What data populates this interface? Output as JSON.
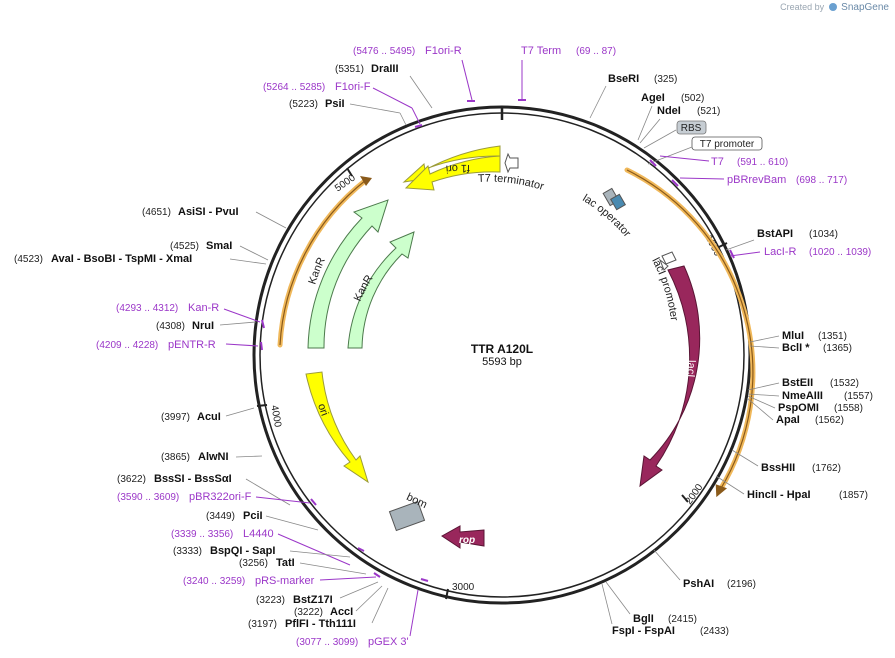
{
  "brand": {
    "created_by": "Created by",
    "app": "SnapGene"
  },
  "plasmid": {
    "name": "TTR A120L",
    "length": "5593 bp"
  },
  "ticks": [
    "1000",
    "2000",
    "3000",
    "4000",
    "5000"
  ],
  "features": {
    "f1ori": "f1 ori",
    "kanr_outer": "KanR",
    "kanr_inner": "KanR",
    "ori": "ori",
    "laci": "lacI",
    "rop": "rop",
    "bom": "bom",
    "t7_terminator": "T7 terminator",
    "lac_operator": "lac operator",
    "laci_promoter": "lacI promoter",
    "rbs": "RBS",
    "t7_promoter": "T7 promoter"
  },
  "left_labels": [
    {
      "name": "F1ori-R",
      "coord": "(5476 .. 5495)",
      "color": "purple"
    },
    {
      "name": "DraIII",
      "coord": "(5351)",
      "color": "black"
    },
    {
      "name": "F1ori-F",
      "coord": "(5264 .. 5285)",
      "color": "purple"
    },
    {
      "name": "PsiI",
      "coord": "(5223)",
      "color": "black"
    },
    {
      "name": "AsiSI - PvuI",
      "coord": "(4651)",
      "color": "black"
    },
    {
      "name": "SmaI",
      "coord": "(4525)",
      "color": "black"
    },
    {
      "name": "AvaI - BsoBI - TspMI - XmaI",
      "coord": "(4523)",
      "color": "black"
    },
    {
      "name": "Kan-R",
      "coord": "(4293 .. 4312)",
      "color": "purple"
    },
    {
      "name": "NruI",
      "coord": "(4308)",
      "color": "black"
    },
    {
      "name": "pENTR-R",
      "coord": "(4209 .. 4228)",
      "color": "purple"
    },
    {
      "name": "AcuI",
      "coord": "(3997)",
      "color": "black"
    },
    {
      "name": "AlwNI",
      "coord": "(3865)",
      "color": "black"
    },
    {
      "name": "BssSI - BssSαI",
      "coord": "(3622)",
      "color": "black"
    },
    {
      "name": "pBR322ori-F",
      "coord": "(3590 .. 3609)",
      "color": "purple"
    },
    {
      "name": "PciI",
      "coord": "(3449)",
      "color": "black"
    },
    {
      "name": "L4440",
      "coord": "(3339 .. 3356)",
      "color": "purple"
    },
    {
      "name": "BspQI - SapI",
      "coord": "(3333)",
      "color": "black"
    },
    {
      "name": "TatI",
      "coord": "(3256)",
      "color": "black"
    },
    {
      "name": "pRS-marker",
      "coord": "(3240 .. 3259)",
      "color": "purple"
    },
    {
      "name": "BstZ17I",
      "coord": "(3223)",
      "color": "black"
    },
    {
      "name": "AccI",
      "coord": "(3222)",
      "color": "black"
    },
    {
      "name": "PflFI - Tth111I",
      "coord": "(3197)",
      "color": "black"
    },
    {
      "name": "pGEX 3'",
      "coord": "(3077 .. 3099)",
      "color": "purple"
    }
  ],
  "right_labels": [
    {
      "name": "T7 Term",
      "coord": "(69 .. 87)",
      "color": "purple"
    },
    {
      "name": "BseRI",
      "coord": "(325)",
      "color": "black"
    },
    {
      "name": "AgeI",
      "coord": "(502)",
      "color": "black"
    },
    {
      "name": "NdeI",
      "coord": "(521)",
      "color": "black"
    },
    {
      "name": "T7",
      "coord": "(591 .. 610)",
      "color": "purple"
    },
    {
      "name": "pBRrevBam",
      "coord": "(698 .. 717)",
      "color": "purple"
    },
    {
      "name": "BstAPI",
      "coord": "(1034)",
      "color": "black"
    },
    {
      "name": "LacI-R",
      "coord": "(1020 .. 1039)",
      "color": "purple"
    },
    {
      "name": "MluI",
      "coord": "(1351)",
      "color": "black"
    },
    {
      "name": "BclI *",
      "coord": "(1365)",
      "color": "black"
    },
    {
      "name": "BstEII",
      "coord": "(1532)",
      "color": "black"
    },
    {
      "name": "NmeAIII",
      "coord": "(1557)",
      "color": "black"
    },
    {
      "name": "PspOMI",
      "coord": "(1558)",
      "color": "black"
    },
    {
      "name": "ApaI",
      "coord": "(1562)",
      "color": "black"
    },
    {
      "name": "BssHII",
      "coord": "(1762)",
      "color": "black"
    },
    {
      "name": "HincII - HpaI",
      "coord": "(1857)",
      "color": "black"
    },
    {
      "name": "PshAI",
      "coord": "(2196)",
      "color": "black"
    },
    {
      "name": "BglI",
      "coord": "(2415)",
      "color": "black"
    },
    {
      "name": "FspI - FspAI",
      "coord": "(2433)",
      "color": "black"
    }
  ],
  "colors": {
    "yellow": "#ffff00",
    "kanr_green": "#ccffcc",
    "laci_purple": "#99275c",
    "bom_gray": "#a9b4bb",
    "orange_outline": "#f0b85a",
    "primer_purple": "#9b37c8"
  }
}
